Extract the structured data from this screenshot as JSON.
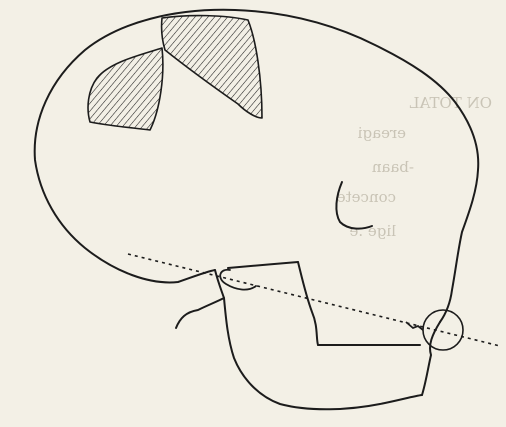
{
  "figure": {
    "subject": "skull-profile-drawing",
    "paper_color": "#f3f0e6",
    "ink_color": "#1c1c1c",
    "bleed_through_color": "#c9c4b6",
    "bleed_through_text": [
      "ON TOTAL",
      "ereagi",
      "-baan",
      "concete",
      "lige .e"
    ]
  }
}
